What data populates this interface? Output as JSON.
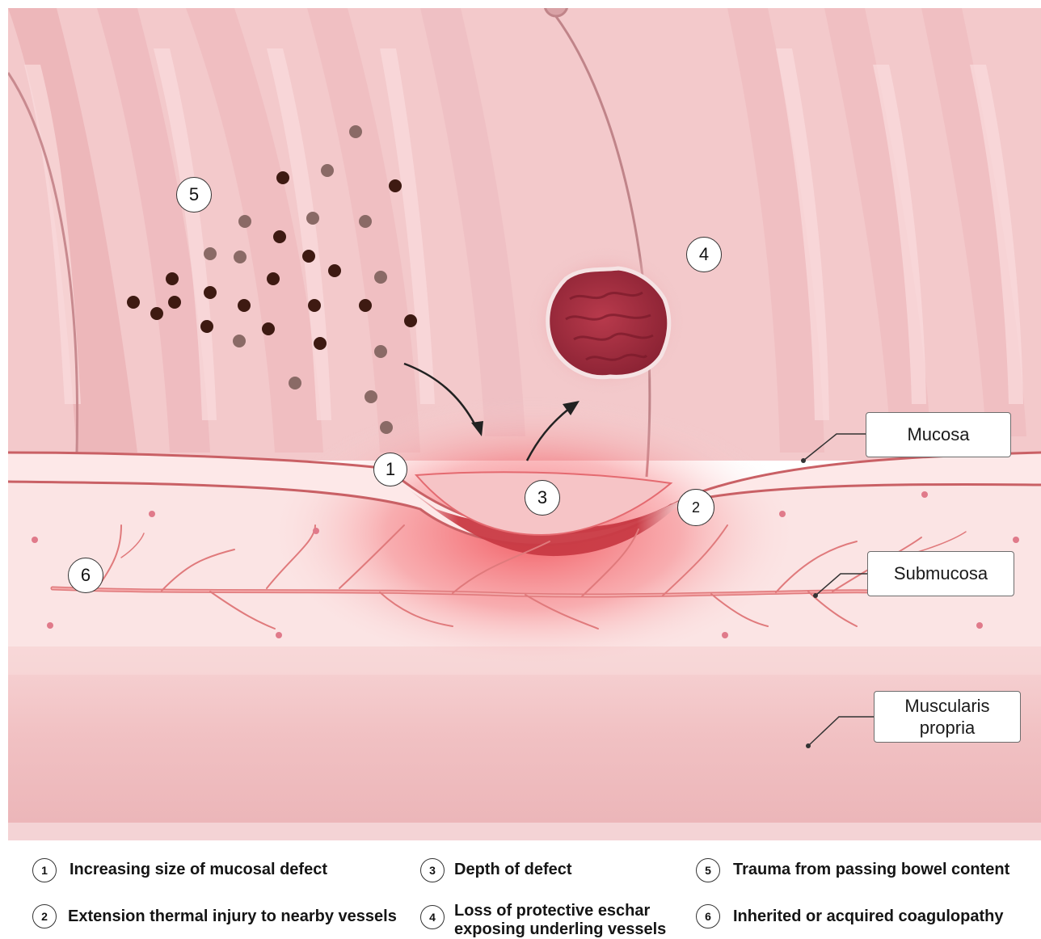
{
  "layer_labels": {
    "mucosa": "Mucosa",
    "submucosa": "Submucosa",
    "muscularis": "Muscularis\npropria"
  },
  "markers": [
    "1",
    "2",
    "3",
    "4",
    "5",
    "6"
  ],
  "legend": [
    {
      "num": "1",
      "text": "Increasing size of mucosal defect"
    },
    {
      "num": "2",
      "text": "Extension thermal injury to nearby vessels"
    },
    {
      "num": "3",
      "text": "Depth of defect"
    },
    {
      "num": "4",
      "text": "Loss of protective eschar\nexposing underling vessels"
    },
    {
      "num": "5",
      "text": "Trauma from passing bowel content"
    },
    {
      "num": "6",
      "text": "Inherited or acquired coagulopathy"
    }
  ],
  "colors": {
    "mucosa_surface": "#f3c9cb",
    "fold": "#ebb1b5",
    "submucosa": "#fbe3e3",
    "muscularis": "#f2c0c2",
    "vessel": "#e07a7c",
    "injury_glow": "#f25a60",
    "eschar": "#9c2a3a",
    "particle_dark": "#3e1a12",
    "particle_light": "#8a6a66"
  }
}
